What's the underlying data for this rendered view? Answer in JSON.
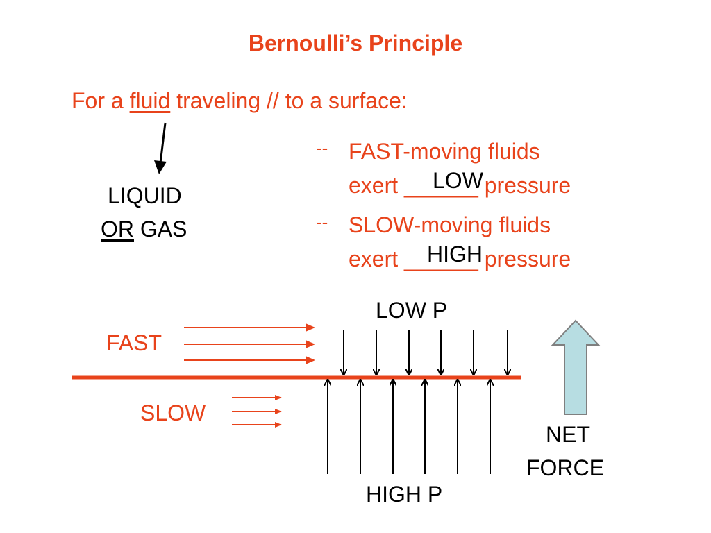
{
  "title": "Bernoulli’s Principle",
  "intro": {
    "prefix": "For a ",
    "fluid_word": "fluid",
    "suffix": " traveling // to a surface:"
  },
  "fluid_def": {
    "line1": "LIQUID",
    "or_word": "OR",
    "gas_word": " GAS"
  },
  "bullets": [
    {
      "dash": "--",
      "line1": "FAST-moving fluids",
      "line2_prefix": "exert ",
      "blank": "______",
      "answer": "LOW",
      "line2_suffix": " pressure"
    },
    {
      "dash": "--",
      "line1": "SLOW-moving fluids",
      "line2_prefix": "exert ",
      "blank": "______",
      "answer": "HIGH",
      "line2_suffix": " pressure"
    }
  ],
  "diagram": {
    "fast_label": "FAST",
    "slow_label": "SLOW",
    "low_p_label": "LOW P",
    "high_p_label": "HIGH P",
    "net_force_line1": "NET",
    "net_force_line2": "FORCE"
  },
  "colors": {
    "accent": "#e8431b",
    "text": "#000000",
    "net_arrow_fill": "#b7dde2",
    "net_arrow_stroke": "#7f7f7f"
  }
}
